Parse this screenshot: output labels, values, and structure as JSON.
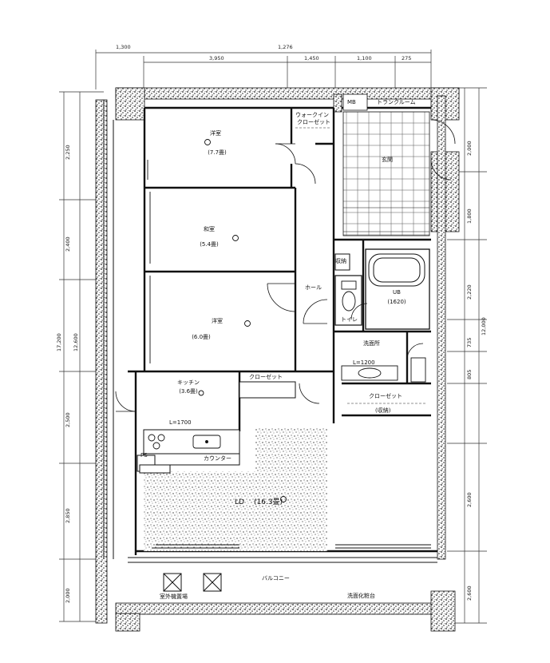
{
  "top_dims": {
    "total": "1,276",
    "left_edge": "1,300",
    "segments": [
      "3,950",
      "1,450",
      "1,100",
      "275"
    ]
  },
  "left_dims": {
    "total": "17,200",
    "inner_total": "12,600",
    "segments": [
      "2,250",
      "2,400",
      "2,500",
      "2,850",
      "2,000"
    ]
  },
  "right_dims": {
    "total": "12,000",
    "segments": [
      "2,000",
      "1,800",
      "2,220",
      "735",
      "805",
      "2,600",
      "2,600"
    ]
  },
  "rooms": {
    "bedroom1": {
      "name": "洋室",
      "size": "(7.7畳)"
    },
    "walkin": {
      "name": "ウォークイン",
      "name2": "クローゼット"
    },
    "trunk": {
      "name": "トランクルーム"
    },
    "japanese": {
      "name": "和室",
      "size": "(5.4畳)"
    },
    "bedroom2": {
      "name": "洋室",
      "size": "(6.0畳)"
    },
    "hall": {
      "name": "ホール"
    },
    "entrance": {
      "name": "玄関"
    },
    "storage": {
      "name": "収納"
    },
    "bath": {
      "name": "UB",
      "size": "(1620)"
    },
    "toilet": {
      "name": "トイレ"
    },
    "washroom": {
      "name": "洗面所"
    },
    "kitchen": {
      "name": "キッチン",
      "size": "(3.6畳)"
    },
    "closet1": {
      "name": "クローゼット"
    },
    "closet2": {
      "name": "クローゼット",
      "sub": "(収納)"
    },
    "living": {
      "name": "LD",
      "size": "(16.3畳)"
    },
    "balcony": {
      "name": "バルコニー"
    },
    "ac": {
      "name": "室外機置場"
    },
    "dressing": {
      "name": "洗面化粧台"
    }
  },
  "fixtures": {
    "counter": "L=1700",
    "counter2": "カウンター",
    "vanity": "L=1200",
    "label_ps": "PS",
    "label_mb": "MB"
  },
  "icons": [
    "door-swing-icon",
    "stove-icon",
    "sink-icon",
    "toilet-icon",
    "bathtub-icon",
    "light-fixture-icon"
  ]
}
